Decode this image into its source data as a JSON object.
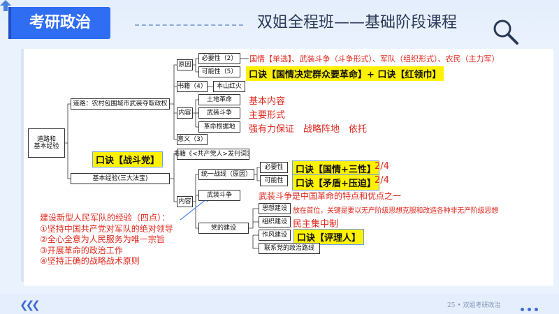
{
  "header": {
    "brand": "考研政治",
    "course_title": "双姐全程班——基础阶段课程"
  },
  "footer": {
    "page": "25 • 双姐考研政治"
  },
  "mindmap": {
    "root": "道路和\n基本经验",
    "road": "道路：农村包围城市武装夺取政权",
    "origin": "原因",
    "necessity": "必要性（2）",
    "possibility": "可能性（5）",
    "necessity_text": "国情【单选】、武装斗争（斗争形式）、军队（组织形式）、农民（主力军）",
    "koujue_1": "口诀【国情决定群众要革命】+ 口诀【红领巾】",
    "book": "书籍（4）",
    "book_name": "本山红火",
    "content": "内容",
    "land": "土地革命",
    "land_note": "基本内容",
    "armed": "武装斗争",
    "armed_note": "主要形式",
    "base": "革命根据地",
    "base_note": "强有力保证　战略阵地　依托",
    "meaning": "意义（3）",
    "koujue_party": "口诀【战斗党】",
    "book_2": "书籍《<共产党人>发刊词》",
    "basic_exp": "基本经验(三大法宝)",
    "content_2": "内容",
    "united_front": "统一战线（原因）",
    "uf_necessity": "必要性",
    "uf_possibility": "可能性",
    "koujue_uf1": "口诀【国情+三性】",
    "uf1_count": "2/4",
    "koujue_uf2": "口诀【矛盾+压迫】",
    "uf2_count": "2/4",
    "armed_2": "武装斗争",
    "armed_2_note": "武装斗争是中国革命的特点和优点之一",
    "party_building": "党的建设",
    "thought": "思想建设",
    "thought_note": "放在首位，关键是要以无产阶级思想克服和改造各种非无产阶级思想",
    "org": "组织建设",
    "org_note": "民主集中制",
    "style": "作风建设",
    "koujue_style": "口诀【评理人】",
    "line": "联系党的政治路线"
  },
  "army_experience": {
    "heading": "建设新型人民军队的经验（四点）：",
    "items": [
      "①坚持中国共产党对军队的绝对领导",
      "②全心全意为人民服务为唯一宗旨",
      "③开展革命的政治工作",
      "④坚持正确的战略战术原则"
    ]
  },
  "colors": {
    "brand_blue": "#2f6df2",
    "accent_red": "#e0281e",
    "highlight_yellow": "#fff200"
  }
}
